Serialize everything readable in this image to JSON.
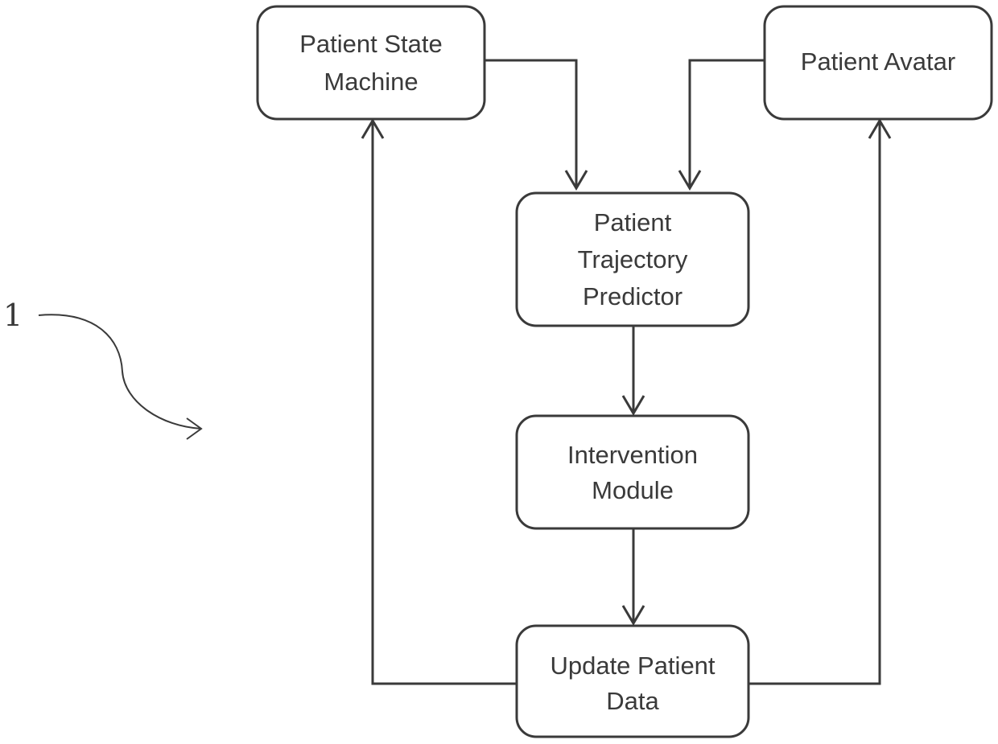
{
  "diagram": {
    "reference_numeral": "1",
    "nodes": {
      "patient_state_machine": {
        "lines": [
          "Patient State",
          "Machine"
        ]
      },
      "patient_avatar": {
        "lines": [
          "Patient Avatar"
        ]
      },
      "patient_trajectory_predictor": {
        "lines": [
          "Patient",
          "Trajectory",
          "Predictor"
        ]
      },
      "intervention_module": {
        "lines": [
          "Intervention",
          "Module"
        ]
      },
      "update_patient_data": {
        "lines": [
          "Update Patient",
          "Data"
        ]
      }
    },
    "edges": [
      {
        "from": "patient_state_machine",
        "to": "patient_trajectory_predictor"
      },
      {
        "from": "patient_avatar",
        "to": "patient_trajectory_predictor"
      },
      {
        "from": "patient_trajectory_predictor",
        "to": "intervention_module"
      },
      {
        "from": "intervention_module",
        "to": "update_patient_data"
      },
      {
        "from": "update_patient_data",
        "to": "patient_state_machine"
      },
      {
        "from": "update_patient_data",
        "to": "patient_avatar"
      }
    ]
  }
}
